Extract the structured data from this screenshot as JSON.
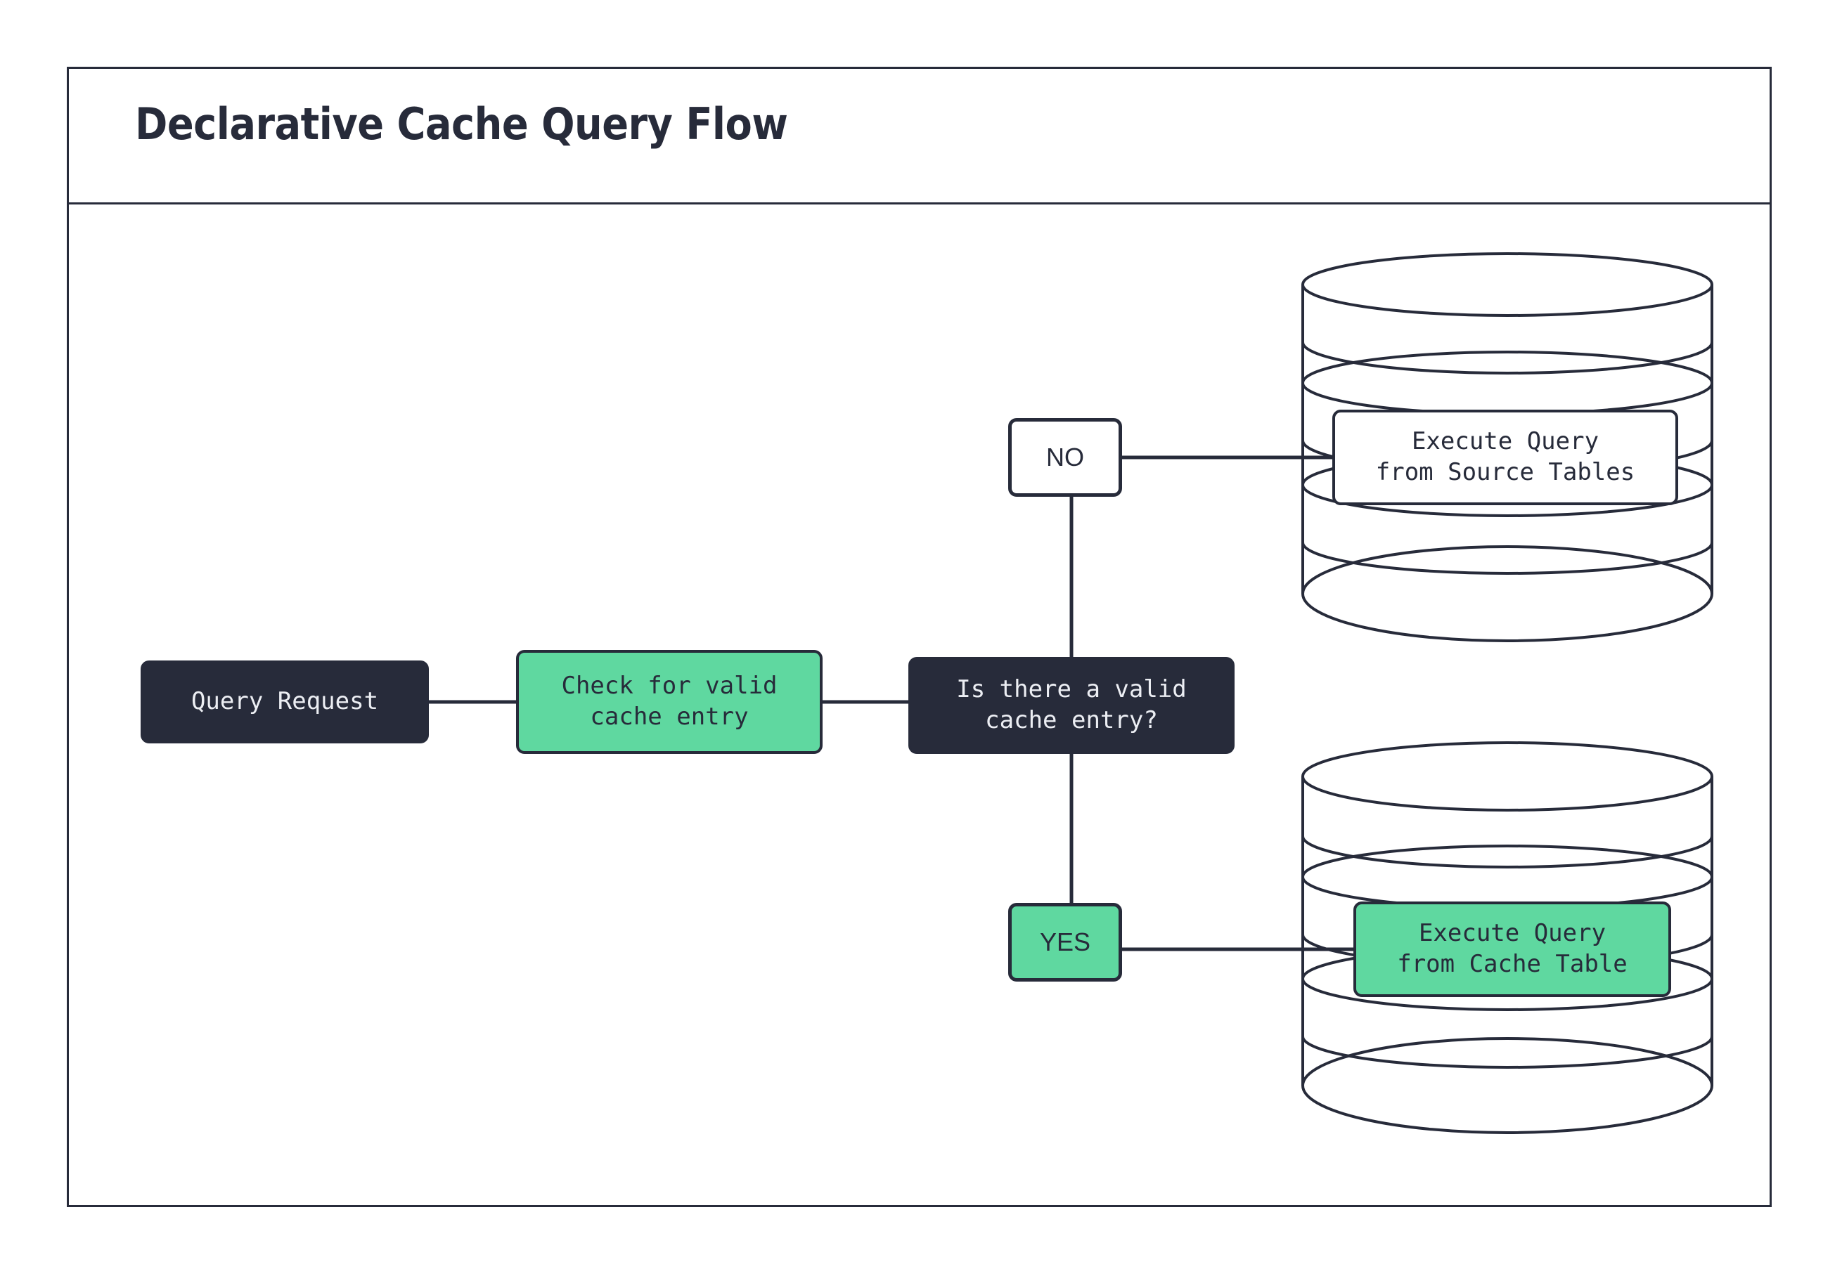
{
  "diagram": {
    "title": "Declarative Cache Query Flow",
    "colors": {
      "ink": "#272b3a",
      "accent_green": "#5fd8a0",
      "surface": "#ffffff",
      "dark_fill": "#272b3a",
      "dark_text": "#eceef3"
    },
    "nodes": [
      {
        "id": "query-request",
        "label": "Query Request",
        "style": "dark"
      },
      {
        "id": "check-cache",
        "label": "Check for valid\ncache entry",
        "style": "green"
      },
      {
        "id": "decision",
        "label": "Is there a valid\ncache entry?",
        "style": "dark"
      },
      {
        "id": "exec-source",
        "label": "Execute Query\nfrom Source Tables",
        "style": "white"
      },
      {
        "id": "exec-cache",
        "label": "Execute Query\nfrom Cache Table",
        "style": "green"
      }
    ],
    "edge_labels": [
      {
        "id": "no",
        "label": "NO",
        "style": "white"
      },
      {
        "id": "yes",
        "label": "YES",
        "style": "green"
      }
    ],
    "edges": [
      {
        "from": "query-request",
        "to": "check-cache",
        "label": ""
      },
      {
        "from": "check-cache",
        "to": "decision",
        "label": ""
      },
      {
        "from": "decision",
        "to": "exec-source",
        "label": "NO"
      },
      {
        "from": "decision",
        "to": "exec-cache",
        "label": "YES"
      }
    ],
    "datastores": [
      {
        "id": "source-tables-db",
        "shape": "cylinder",
        "contains": "exec-source"
      },
      {
        "id": "cache-table-db",
        "shape": "cylinder",
        "contains": "exec-cache"
      }
    ]
  }
}
